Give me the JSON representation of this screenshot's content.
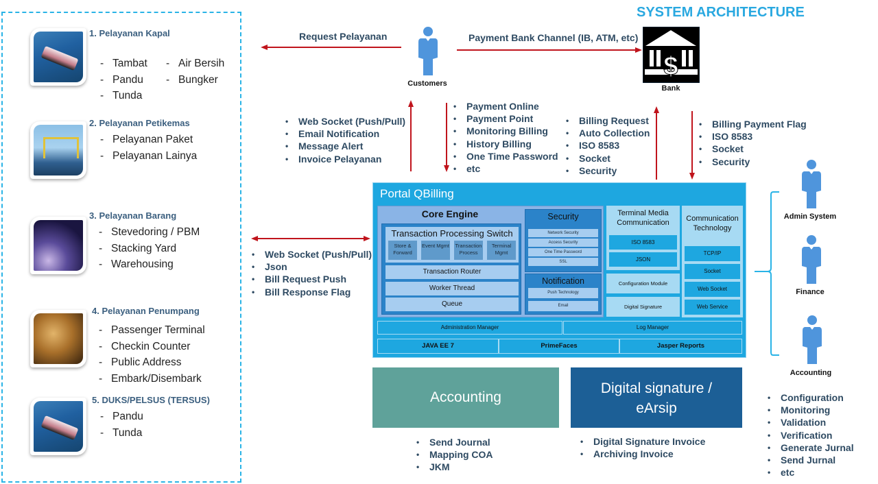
{
  "title": "SYSTEM ARCHITECTURE",
  "services": [
    {
      "title": "1. Pelayanan Kapal",
      "image": "cruise-ship",
      "items": [
        "Tambat",
        "Air Bersih",
        "Pandu",
        "Bungker",
        "Tunda"
      ]
    },
    {
      "title": "2. Pelayanan Petikemas",
      "image": "container-crane",
      "items": [
        "Pelayanan Paket",
        "Pelayanan Lainya"
      ]
    },
    {
      "title": "3. Pelayanan Barang",
      "image": "truck-satellite",
      "items": [
        "Stevedoring / PBM",
        "Stacking Yard",
        "Warehousing"
      ]
    },
    {
      "title": "4. Pelayanan Penumpang",
      "image": "plane-ship-globe",
      "items": [
        "Passenger Terminal",
        "Checkin Counter",
        "Public Address",
        "Embark/Disembark"
      ]
    },
    {
      "title": "5. DUKS/PELSUS (TERSUS)",
      "image": "cruise-ship",
      "items": [
        "Pandu",
        "Tunda"
      ]
    }
  ],
  "flows": {
    "request_pelayanan": "Request Pelayanan",
    "payment_bank_channel": "Payment Bank Channel (IB, ATM, etc)",
    "portal_to_customer": [
      "Web Socket (Push/Pull)",
      "Email Notification",
      "Message Alert",
      "Invoice Pelayanan"
    ],
    "customer_to_portal": [
      "Payment Online",
      "Payment Point",
      "Monitoring Billing",
      "History Billing",
      "One Time Password",
      "etc"
    ],
    "portal_to_bank": [
      "Billing Request",
      "Auto Collection",
      "ISO 8583",
      "Socket",
      "Security"
    ],
    "bank_to_portal": [
      "Billing Payment Flag",
      "ISO 8583",
      "Socket",
      "Security"
    ],
    "services_portal": [
      "Web Socket (Push/Pull)",
      "Json",
      "Bill Request Push",
      "Bill Response Flag"
    ]
  },
  "actors": {
    "customers": "Customers",
    "bank": "Bank",
    "admin_system": "Admin System",
    "finance": "Finance",
    "accounting": "Accounting"
  },
  "portal": {
    "title": "Portal QBilling",
    "core_engine": {
      "title": "Core Engine",
      "tps_title": "Transaction Processing Switch",
      "tps_cells": [
        "Store & Forward",
        "Event Mgmt",
        "Transaction Process",
        "Terminal Mgmt"
      ],
      "rows": [
        "Transaction Router",
        "Worker Thread",
        "Queue"
      ]
    },
    "security": {
      "title": "Security",
      "items": [
        "Network Security",
        "Access Security",
        "One Time Password",
        "SSL"
      ]
    },
    "notification": {
      "title": "Notification",
      "items": [
        "Push Technology",
        "Email"
      ]
    },
    "terminal_media": {
      "title": "Terminal Media Communication",
      "items": [
        "ISO 8583",
        "JSON"
      ]
    },
    "configuration_module": "Configuration Module",
    "digital_signature": "Digital Signature",
    "communication_tech": {
      "title": "Communication Technology",
      "items": [
        "TCP/IP",
        "Socket",
        "Web Socket",
        "Web Service"
      ]
    },
    "administration_manager": "Administration Manager",
    "log_manager": "Log Manager",
    "stack": [
      "JAVA EE 7",
      "PrimeFaces",
      "Jasper Reports"
    ]
  },
  "accounting": {
    "title": "Accounting",
    "items": [
      "Send Journal",
      "Mapping COA",
      "JKM"
    ]
  },
  "digital_signature_earsip": {
    "title_line1": "Digital signature /",
    "title_line2": "eArsip",
    "items": [
      "Digital Signature Invoice",
      "Archiving Invoice"
    ]
  },
  "back_office_functions": [
    "Configuration",
    "Monitoring",
    "Validation",
    "Verification",
    "Generate Jurnal",
    "Send Jurnal",
    "etc"
  ],
  "colors": {
    "accent": "#29a8e0",
    "arrow": "#c0141c",
    "portal": "#1ea7e0",
    "accounting": "#5fa29a",
    "digital_signature": "#1c5f96",
    "text": "#2e4a62",
    "person": "#4f95dc"
  }
}
